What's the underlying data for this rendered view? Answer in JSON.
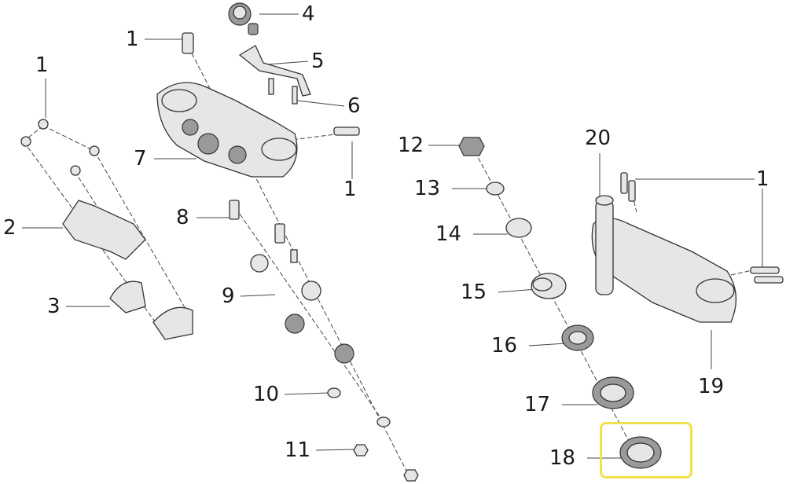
{
  "diagram": {
    "title": "Steering triple clamp exploded view",
    "highlight_color": "#f2e24a",
    "labels": [
      {
        "id": "l1a",
        "text": "1"
      },
      {
        "id": "l4",
        "text": "4"
      },
      {
        "id": "l5",
        "text": "5"
      },
      {
        "id": "l6",
        "text": "6"
      },
      {
        "id": "l7",
        "text": "7"
      },
      {
        "id": "l1b",
        "text": "1"
      },
      {
        "id": "l1c",
        "text": "1"
      },
      {
        "id": "l2",
        "text": "2"
      },
      {
        "id": "l3",
        "text": "3"
      },
      {
        "id": "l8",
        "text": "8"
      },
      {
        "id": "l9",
        "text": "9"
      },
      {
        "id": "l10",
        "text": "10"
      },
      {
        "id": "l11",
        "text": "11"
      },
      {
        "id": "l12",
        "text": "12"
      },
      {
        "id": "l13",
        "text": "13"
      },
      {
        "id": "l14",
        "text": "14"
      },
      {
        "id": "l15",
        "text": "15"
      },
      {
        "id": "l16",
        "text": "16"
      },
      {
        "id": "l17",
        "text": "17"
      },
      {
        "id": "l18",
        "text": "18"
      },
      {
        "id": "l20",
        "text": "20"
      },
      {
        "id": "l1d",
        "text": "1"
      },
      {
        "id": "l19",
        "text": "19"
      }
    ]
  }
}
